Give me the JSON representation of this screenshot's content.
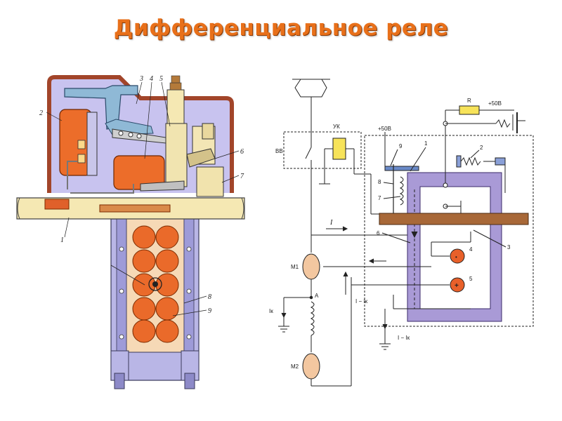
{
  "title": "Дифференциальное реле",
  "left_diagram": {
    "callouts": [
      "1",
      "2",
      "3",
      "4",
      "5",
      "6",
      "7",
      "8",
      "9"
    ]
  },
  "right_diagram": {
    "box_bb": "ВВ",
    "relay_uk": "УК",
    "supply_left": "+50В",
    "resistor": "R",
    "supply_right": "+50В",
    "callouts": [
      "1",
      "2",
      "3",
      "4",
      "5",
      "6",
      "7",
      "8",
      "9"
    ],
    "current_I": "I",
    "current_Ik": "Iк",
    "current_diff_up": "I − Iк",
    "current_diff_down": "I − Iк",
    "motor_1": "M1",
    "motor_2": "M2",
    "node_A": "A"
  }
}
